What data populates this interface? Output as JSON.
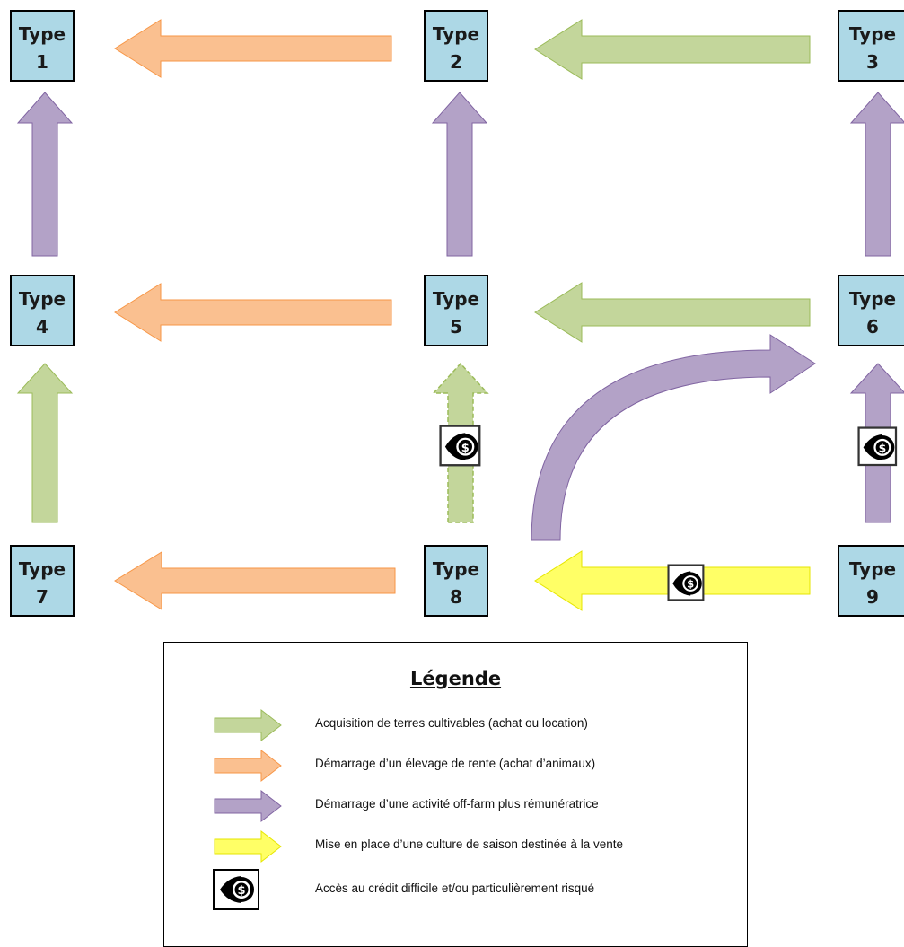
{
  "boxes": [
    {
      "id": "type-1",
      "word": "Type",
      "num": "1"
    },
    {
      "id": "type-2",
      "word": "Type",
      "num": "2"
    },
    {
      "id": "type-3",
      "word": "Type",
      "num": "3"
    },
    {
      "id": "type-4",
      "word": "Type",
      "num": "4"
    },
    {
      "id": "type-5",
      "word": "Type",
      "num": "5"
    },
    {
      "id": "type-6",
      "word": "Type",
      "num": "6"
    },
    {
      "id": "type-7",
      "word": "Type",
      "num": "7"
    },
    {
      "id": "type-8",
      "word": "Type",
      "num": "8"
    },
    {
      "id": "type-9",
      "word": "Type",
      "num": "9"
    }
  ],
  "transitions": [
    {
      "from": "Type 2",
      "to": "Type 1",
      "category": "livestock",
      "credit_risk": false
    },
    {
      "from": "Type 3",
      "to": "Type 2",
      "category": "land",
      "credit_risk": false
    },
    {
      "from": "Type 4",
      "to": "Type 1",
      "category": "offfarm",
      "credit_risk": false
    },
    {
      "from": "Type 5",
      "to": "Type 2",
      "category": "offfarm",
      "credit_risk": false
    },
    {
      "from": "Type 6",
      "to": "Type 3",
      "category": "offfarm",
      "credit_risk": false
    },
    {
      "from": "Type 5",
      "to": "Type 4",
      "category": "livestock",
      "credit_risk": false
    },
    {
      "from": "Type 6",
      "to": "Type 5",
      "category": "land",
      "credit_risk": false
    },
    {
      "from": "Type 7",
      "to": "Type 4",
      "category": "land",
      "credit_risk": false
    },
    {
      "from": "Type 8",
      "to": "Type 5",
      "category": "land",
      "credit_risk": true,
      "dashed": true
    },
    {
      "from": "Type 8",
      "to": "Type 6",
      "category": "offfarm",
      "credit_risk": false
    },
    {
      "from": "Type 9",
      "to": "Type 6",
      "category": "offfarm",
      "credit_risk": true
    },
    {
      "from": "Type 8",
      "to": "Type 7",
      "category": "livestock",
      "credit_risk": false
    },
    {
      "from": "Type 9",
      "to": "Type 8",
      "category": "cash_crop",
      "credit_risk": true
    }
  ],
  "colors": {
    "box_fill": "#add8e6",
    "land": "#c3d69b",
    "land_stroke": "#9bbb59",
    "livestock": "#fac090",
    "livestock_stroke": "#f79646",
    "offfarm": "#b3a2c7",
    "offfarm_stroke": "#8064a2",
    "cash_crop": "#ffff66",
    "cash_crop_stroke": "#e6e600"
  },
  "legend": {
    "title": "Légende",
    "items": [
      {
        "category": "land",
        "label": "Acquisition de terres cultivables (achat ou location)"
      },
      {
        "category": "livestock",
        "label": "Démarrage d’un élevage de rente (achat d’animaux)"
      },
      {
        "category": "offfarm",
        "label": "Démarrage d’une activité off-farm plus rémunératrice"
      },
      {
        "category": "cash_crop",
        "label": "Mise en place d’une culture de saison destinée à la vente"
      },
      {
        "category": "credit_icon",
        "label": "Accès au crédit difficile et/ou particulièrement risqué",
        "icon": "eye-dollar-icon"
      }
    ]
  }
}
